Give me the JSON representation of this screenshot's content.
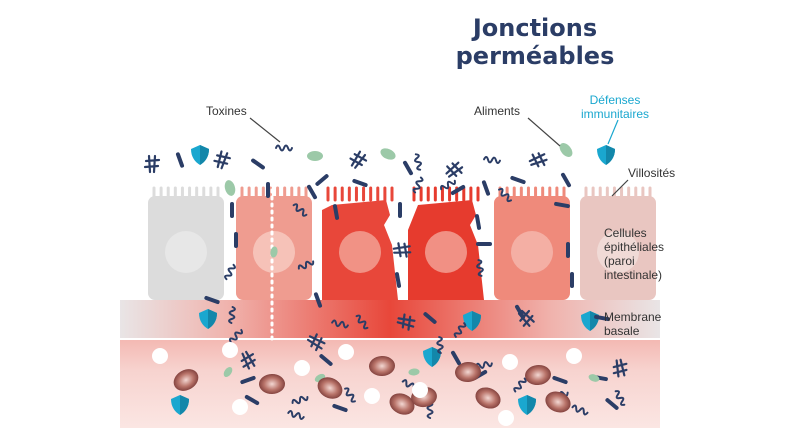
{
  "title": {
    "line1": "Jonctions",
    "line2": "perméables"
  },
  "labels": {
    "toxines": "Toxines",
    "aliments": "Aliments",
    "defenses": [
      "Défenses",
      "immunitaires"
    ],
    "villosites": "Villosités",
    "cellules": [
      "Cellules",
      "épithéliales",
      "(paroi",
      "intestinale)"
    ],
    "membrane": [
      "Membrane",
      "basale"
    ]
  },
  "colors": {
    "title": "#2b3d66",
    "accent": "#1aa7cf",
    "toxin": "#2b3d66",
    "food": "#9cc9a8",
    "cell_red": "#e63b2e",
    "cell_grey": "#dcdcdc"
  },
  "icons": [
    "shield-icon",
    "toxin-squiggle-icon",
    "food-particle-icon",
    "blood-cell-icon"
  ]
}
